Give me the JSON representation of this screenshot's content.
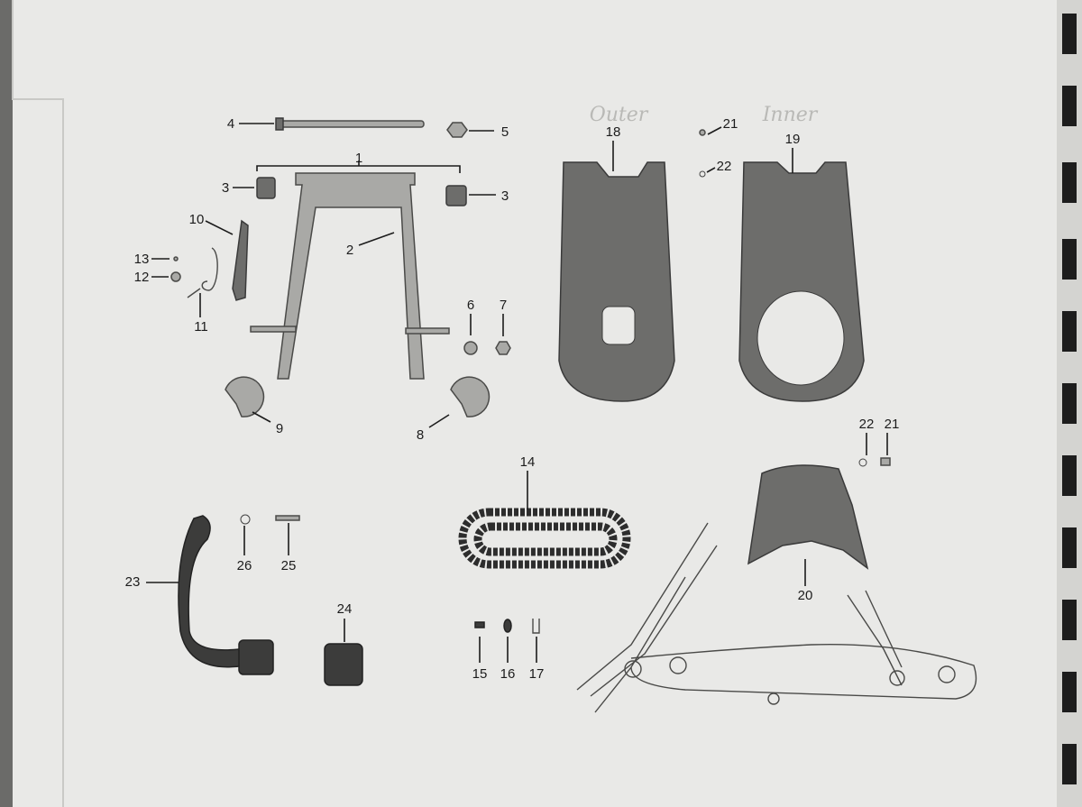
{
  "page": {
    "title": "Swing arm, chain guard and kick-start parts plate"
  },
  "handwritten": {
    "outer": "Outer",
    "inner": "Inner"
  },
  "callouts": {
    "c1": "1",
    "c2": "2",
    "c3a": "3",
    "c3b": "3",
    "c4": "4",
    "c5": "5",
    "c6": "6",
    "c7": "7",
    "c8": "8",
    "c9": "9",
    "c10": "10",
    "c11": "11",
    "c12": "12",
    "c13": "13",
    "c14": "14",
    "c15": "15",
    "c16": "16",
    "c17": "17",
    "c18": "18",
    "c19": "19",
    "c20": "20",
    "c21a": "21",
    "c21b": "21",
    "c22a": "22",
    "c22b": "22",
    "c23": "23",
    "c24": "24",
    "c25": "25",
    "c26": "26"
  }
}
